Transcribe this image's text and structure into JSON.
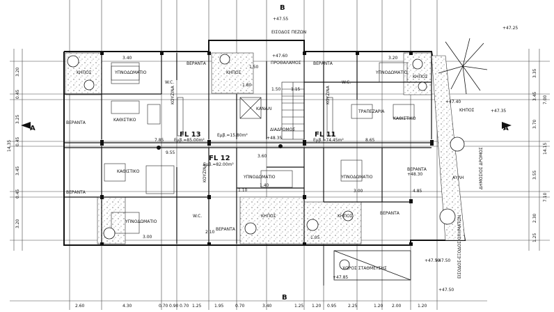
{
  "section_marks": {
    "a_left": "A",
    "a_right": "A",
    "b_top": "B",
    "b_bottom": "B"
  },
  "levels": {
    "top_center": "+47.55",
    "top_right": "+47.25",
    "entry": "+47.60",
    "right_mid": "+47.35",
    "right_mid2": "+47.40",
    "corridor": "+48.35",
    "right_veranda": "+48.30",
    "bottom_right": "+47.50",
    "bottom_right2": "+47.50",
    "parking_left": "+47.85",
    "parking_right": "+47.50"
  },
  "labels": {
    "entrance": "ΕΙΣΟΔΟΣ ΠΕΖΩΝ",
    "lobby": "ΠΡΟΘΑΛΑΜΟΣ",
    "corridor": "ΔΙΑΔΡΟΜΟΣ",
    "lift": "ΚΑΝΑΛΙ",
    "garden": "ΚΗΠΟΣ",
    "veranda": "ΒΕΡΑΝΤΑ",
    "bedroom": "ΥΠΝΟΔΩΜΑΤΙΟ",
    "living": "ΚΑΘΙΣΤΙΚΟ",
    "kitchen": "ΚΟΥΖΙΝΑ",
    "dining": "ΤΡΑΠΕΖΑΡΙΑ",
    "wc": "W.C.",
    "yard": "ΑΥΛΗ",
    "road": "ΔΗΜΟΣΙΟΣ ΔΡΟΜΟΣ",
    "parking": "ΧΩΡΟΣ ΣΤΑΘΜΕΥΣΗΣ",
    "vehicle_entry": "ΕΙΣΟΔΟΣ-ΕΞΟΔΟΣ ΟΧΗΜΑΤΩΝ",
    "fl13": "FL 13",
    "fl11": "FL 11",
    "fl12": "FL 12",
    "area13": "Εμβ.=85.00m²",
    "area_mid": "Εμβ.=15.80m²",
    "area11": "Εμβ.=74.45m²",
    "area12": "Εμβ.=82.00m²"
  },
  "dims": {
    "bottom": [
      "2.60",
      "4.30",
      "0.70",
      "0.90",
      "0.70",
      "1.25",
      "1.95",
      "0.70",
      "3.40",
      "1.25",
      "1.20",
      "0.95",
      "2.25",
      "1.20",
      "2.00",
      "1.20"
    ],
    "left": [
      "3.20",
      "0.45",
      "3.25",
      "0.45",
      "3.45",
      "0.45",
      "3.20"
    ],
    "left_total": "14.35",
    "right": [
      "3.35",
      "3.45",
      "3.70",
      "3.55",
      "2.30",
      "1.25"
    ],
    "right_totals": [
      "7.00",
      "14.15",
      "7.10"
    ],
    "room": [
      "3.40",
      "3.20",
      "1.80",
      "1.50",
      "1.15",
      "3.00",
      "3.60",
      "1.40",
      "7.85",
      "9.55",
      "8.65",
      "4.85",
      "3.00",
      "1.10",
      "2.10",
      "1.05",
      "1.50"
    ]
  }
}
